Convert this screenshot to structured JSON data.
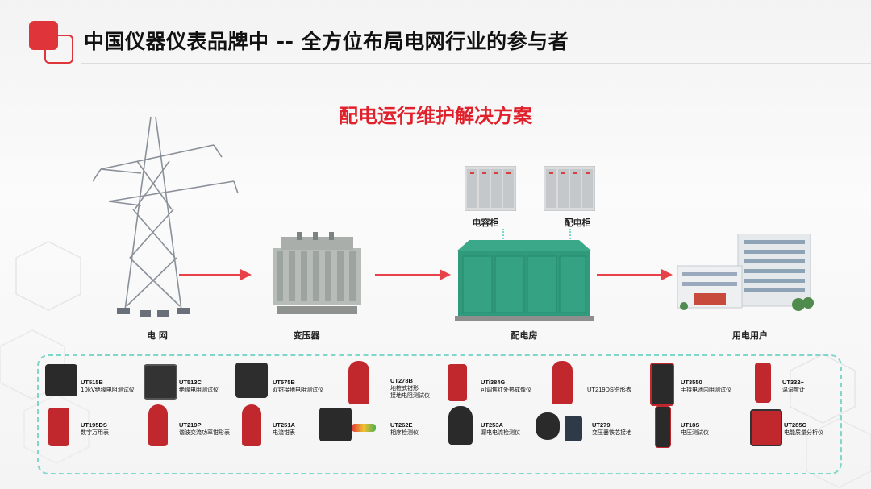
{
  "title": "中国仪器仪表品牌中 -- 全方位布局电网行业的参与者",
  "subtitle": "配电运行维护解决方案",
  "flow": {
    "grid": "电 网",
    "transformer": "变压器",
    "substation": "配电房",
    "user": "用电用户",
    "capacitor_cabinet": "电容柜",
    "distribution_cabinet": "配电柜"
  },
  "devices": [
    {
      "code": "UT515B",
      "name": "10kV绝缘电阻测试仪"
    },
    {
      "code": "UT513C",
      "name": "绝缘电阻测试仪"
    },
    {
      "code": "UT575B",
      "name": "双钳接地电阻测试仪"
    },
    {
      "code": "UT278B",
      "name": "地桩式钳形",
      "name2": "接地电阻测试仪"
    },
    {
      "code": "UTi384G",
      "name": "可调焦红外热成像仪"
    },
    {
      "code": "UT219DS钳形表",
      "name": ""
    },
    {
      "code": "UT3550",
      "name": "手持电池内阻测试仪"
    },
    {
      "code": "UT332+",
      "name": "温湿度计"
    },
    {
      "code": "UT195DS",
      "name": "数字万用表"
    },
    {
      "code": "UT219P",
      "name": "谐波交流功率钳形表"
    },
    {
      "code": "UT251A",
      "name": "电流钳表"
    },
    {
      "code": "UT262E",
      "name": "相序检测仪"
    },
    {
      "code": "UT253A",
      "name": "漏电电流检测仪"
    },
    {
      "code": "UT279",
      "name": "变压器铁芯接地"
    },
    {
      "code": "UT18S",
      "name": "电压测试仪"
    },
    {
      "code": "UT285C",
      "name": "电能质量分析仪"
    }
  ],
  "colors": {
    "accent": "#e0343b",
    "dashed_border": "#7fd7c9",
    "arrow": "#e8414a"
  }
}
